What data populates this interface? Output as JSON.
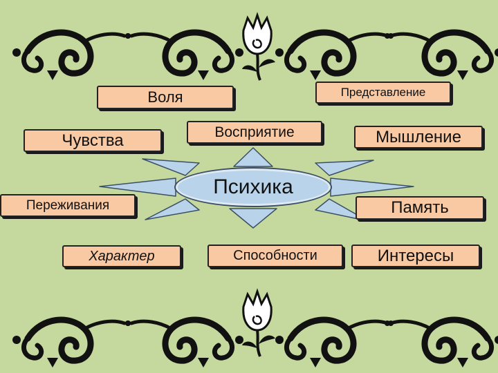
{
  "diagram": {
    "center": {
      "label": "Психика"
    },
    "nodes": {
      "volya": "Воля",
      "predstavlenie": "Представление",
      "chuvstva": "Чувства",
      "vospriyatie": "Восприятие",
      "myshlenie": "Мышление",
      "perezhivaniya": "Переживания",
      "pamyat": "Память",
      "kharakter": "Характер",
      "sposobnosti": "Способности",
      "interesy": "Интересы"
    },
    "colors": {
      "background": "#c5d89e",
      "node_fill": "#f8c9a2",
      "center_fill": "#b9d3ea",
      "arrow_fill": "#b9d3ea",
      "ornament": "#111111"
    },
    "ornaments": [
      "scroll-ornament",
      "tulip-icon"
    ]
  }
}
